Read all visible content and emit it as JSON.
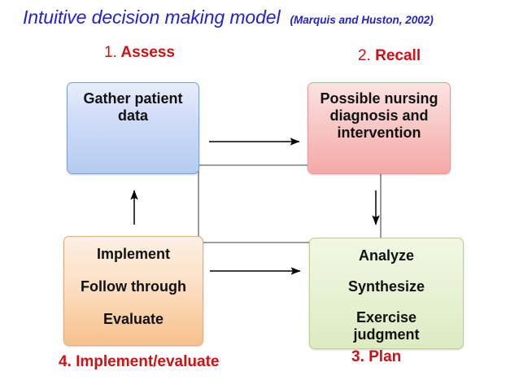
{
  "title": {
    "main": "Intuitive decision making model",
    "citation": "(Marquis and Huston, 2002)",
    "color": "#2323cc"
  },
  "labels": {
    "color": "#c81418",
    "assess_num": "1.",
    "assess_text": " Assess",
    "recall_num": "2.",
    "recall_text": " Recall",
    "implement_evaluate": "4. Implement/evaluate",
    "plan": "3. Plan"
  },
  "nodes": {
    "gather": {
      "line1": "Gather patient",
      "line2": "data",
      "fill_top": "#e8eefb",
      "fill_bottom": "#b4cbf0",
      "border": "#7f9fd4"
    },
    "diagnosis": {
      "line1": "Possible nursing",
      "line2": "diagnosis and",
      "line3": "intervention",
      "fill_top": "#fbe3e2",
      "fill_bottom": "#f5a9a6",
      "border": "#e59b97"
    },
    "implement": {
      "line1": "Implement",
      "line2": "Follow through",
      "line3": "Evaluate",
      "fill_top": "#fdf0e3",
      "fill_bottom": "#f6c18c",
      "border": "#e0ae7c"
    },
    "analyze": {
      "line1": "Analyze",
      "line2": "Synthesize",
      "line3": "Exercise",
      "line4": "judgment",
      "fill_top": "#f2f7e4",
      "fill_bottom": "#dcebc2",
      "border": "#bfd08f"
    }
  },
  "connectors": {
    "arrow_color": "#000000",
    "wire_color": "#808080",
    "arrow_gather_to_diagnosis": "right",
    "arrow_diagnosis_to_analyze": "down",
    "arrow_implement_to_analyze": "right",
    "arrow_implement_to_gather": "up"
  }
}
